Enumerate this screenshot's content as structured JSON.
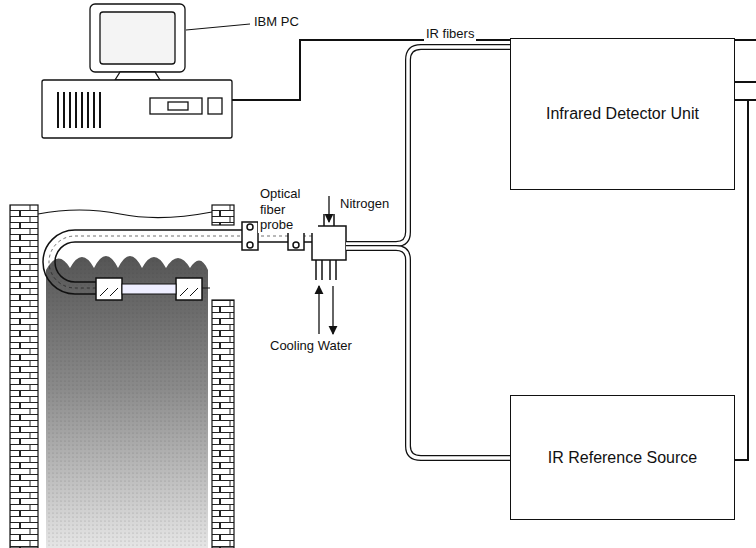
{
  "diagram": {
    "nodes": [
      {
        "text": [
          "Infrared Detector Unit"
        ]
      },
      {
        "text": [
          "IR Reference Source"
        ]
      }
    ],
    "labels": [
      "IBM PC",
      "IR fibers",
      "Optical fiber probe",
      "Nitrogen",
      "Cooling Water"
    ]
  }
}
